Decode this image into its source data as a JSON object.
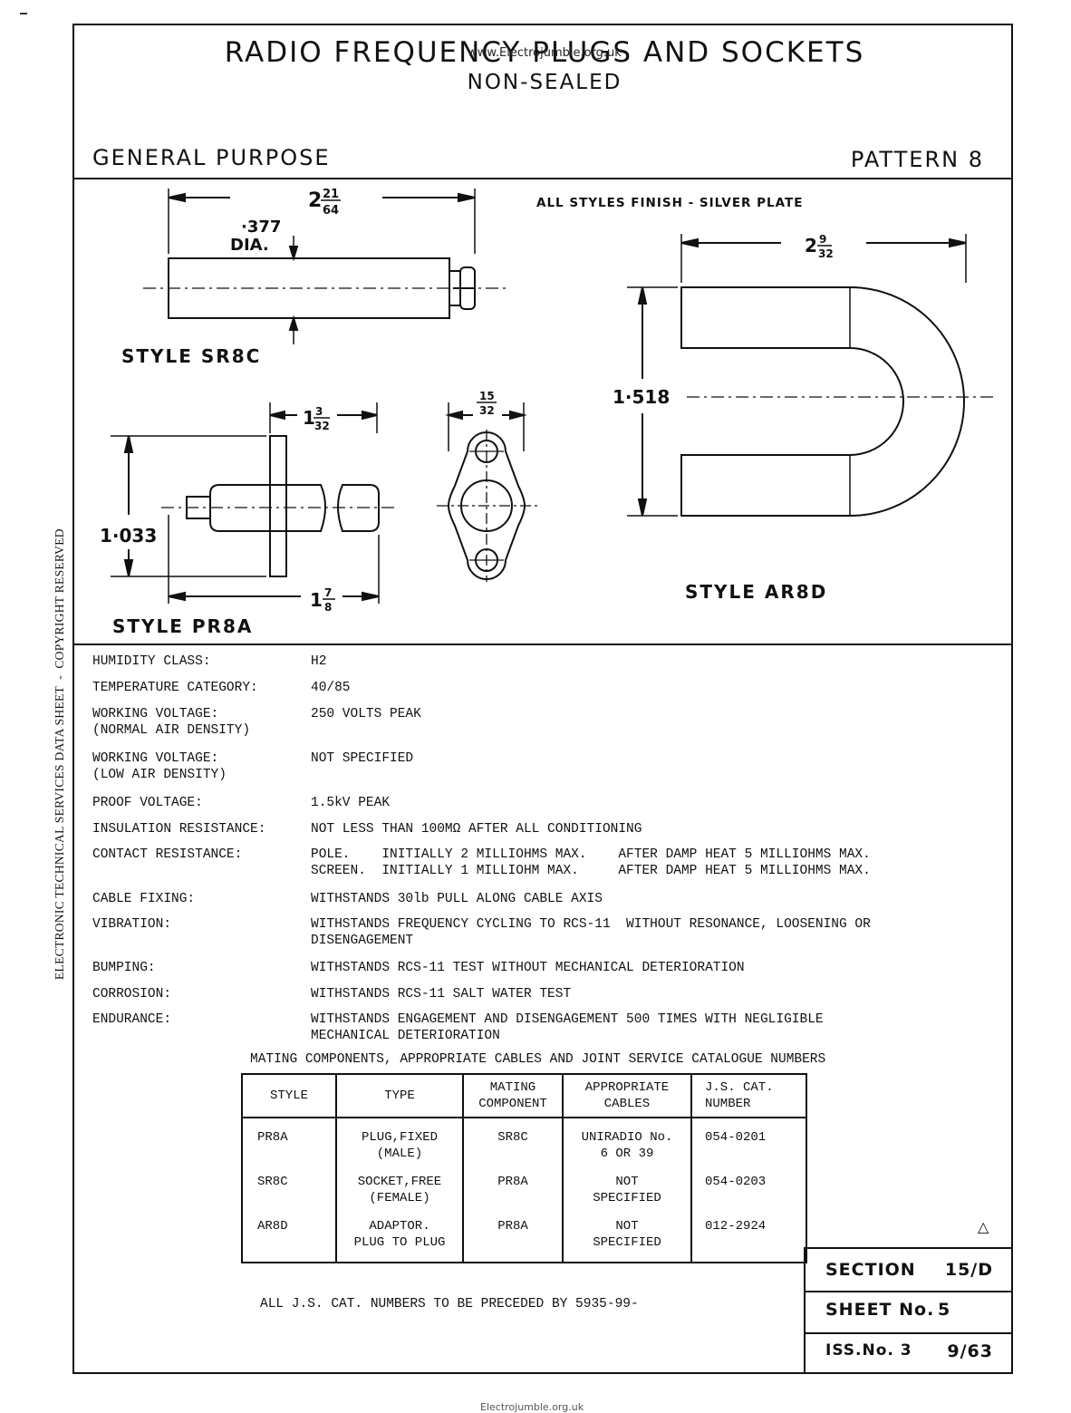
{
  "header": {
    "title": "RADIO FREQUENCY PLUGS AND SOCKETS",
    "watermark": "www.Electrojumble.org.uk",
    "subtitle": "NON-SEALED",
    "left_label": "GENERAL PURPOSE",
    "right_label": "PATTERN 8"
  },
  "drawing": {
    "finish_note": "ALL STYLES FINISH - SILVER PLATE",
    "style_sr8c": "STYLE SR8C",
    "style_pr8a": "STYLE PR8A",
    "style_ar8d": "STYLE AR8D",
    "dims": {
      "sr8c_length_whole": "2",
      "sr8c_length_num": "21",
      "sr8c_length_den": "64",
      "sr8c_dia_value": "·377",
      "sr8c_dia_unit": "DIA.",
      "ar8d_width_whole": "2",
      "ar8d_width_num": "9",
      "ar8d_width_den": "32",
      "ar8d_height": "1·518",
      "pr8a_top_whole": "1",
      "pr8a_top_num": "3",
      "pr8a_top_den": "32",
      "pr8a_flange_num": "15",
      "pr8a_flange_den": "32",
      "pr8a_height": "1·033",
      "pr8a_bottom_whole": "1",
      "pr8a_bottom_num": "7",
      "pr8a_bottom_den": "8"
    }
  },
  "specs": [
    {
      "label": "HUMIDITY CLASS:",
      "value": "H2"
    },
    {
      "label": "TEMPERATURE CATEGORY:",
      "value": "40/85"
    },
    {
      "label": "WORKING VOLTAGE:\n(NORMAL AIR DENSITY)",
      "value": "250 VOLTS PEAK"
    },
    {
      "label": "WORKING VOLTAGE:\n(LOW AIR DENSITY)",
      "value": "NOT SPECIFIED"
    },
    {
      "label": "PROOF VOLTAGE:",
      "value": "1.5kV PEAK"
    },
    {
      "label": "INSULATION RESISTANCE:",
      "value": "NOT LESS THAN 100MΩ AFTER ALL CONDITIONING"
    },
    {
      "label": "CONTACT RESISTANCE:",
      "value": "POLE.    INITIALLY 2 MILLIOHMS MAX.    AFTER DAMP HEAT 5 MILLIOHMS MAX.\nSCREEN.  INITIALLY 1 MILLIOHM MAX.     AFTER DAMP HEAT 5 MILLIOHMS MAX."
    },
    {
      "label": "CABLE FIXING:",
      "value": "WITHSTANDS 30lb PULL ALONG CABLE AXIS"
    },
    {
      "label": "VIBRATION:",
      "value": "WITHSTANDS FREQUENCY CYCLING TO RCS-11  WITHOUT RESONANCE, LOOSENING OR\nDISENGAGEMENT"
    },
    {
      "label": "BUMPING:",
      "value": "WITHSTANDS RCS-11 TEST WITHOUT MECHANICAL DETERIORATION"
    },
    {
      "label": "CORROSION:",
      "value": "WITHSTANDS RCS-11 SALT WATER TEST"
    },
    {
      "label": "ENDURANCE:",
      "value": "WITHSTANDS ENGAGEMENT AND DISENGAGEMENT 500 TIMES WITH NEGLIGIBLE\nMECHANICAL DETERIORATION"
    }
  ],
  "mating": {
    "title": "MATING COMPONENTS, APPROPRIATE CABLES AND JOINT SERVICE CATALOGUE NUMBERS",
    "headers": [
      "STYLE",
      "TYPE",
      "MATING\nCOMPONENT",
      "APPROPRIATE\nCABLES",
      "J.S. CAT.\nNUMBER"
    ],
    "rows": [
      [
        "PR8A",
        "PLUG,FIXED\n(MALE)",
        "SR8C",
        "UNIRADIO No.\n6 OR 39",
        "054-0201"
      ],
      [
        "SR8C",
        "SOCKET,FREE\n(FEMALE)",
        "PR8A",
        "NOT\nSPECIFIED",
        "054-0203"
      ],
      [
        "AR8D",
        "ADAPTOR.\nPLUG TO PLUG",
        "PR8A",
        "NOT\nSPECIFIED",
        "012-2924"
      ]
    ]
  },
  "footnote": "ALL J.S. CAT. NUMBERS TO BE PRECEDED BY 5935-99-",
  "revision_mark": "△",
  "section_box": {
    "section_label": "SECTION",
    "section_value": "15/D",
    "sheet_label": "SHEET No.",
    "sheet_value": "5",
    "issue_label": "ISS.No. 3",
    "issue_value": "9/63"
  },
  "side_text": "ELECTRONIC TECHNICAL SERVICES DATA SHEET  -  COPYRIGHT RESERVED",
  "bottom_text": "Electrojumble.org.uk"
}
